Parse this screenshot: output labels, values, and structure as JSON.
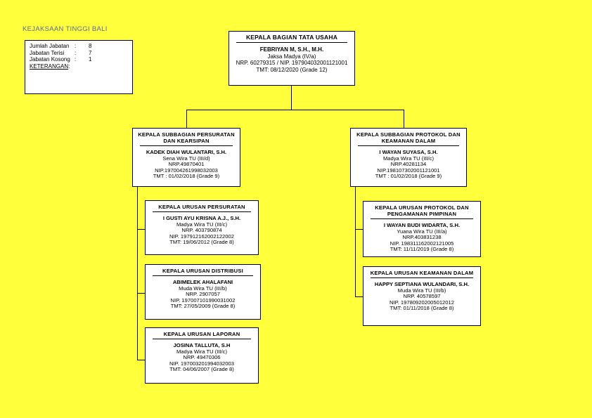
{
  "header": {
    "org_title": "KEJAKSAAN TINGGI BALI"
  },
  "stats": {
    "rows": [
      {
        "label": "Jumlah Jabatan",
        "sep": ":",
        "value": "8"
      },
      {
        "label": "Jabatan Terisi",
        "sep": ":",
        "value": "7"
      },
      {
        "label": "Jabatan Kosong",
        "sep": ":",
        "value": "1"
      }
    ],
    "keterangan_label": "KETERANGAN",
    "keterangan_suffix": ":"
  },
  "boxes": {
    "kabag": {
      "title": "KEPALA BAGIAN TATA USAHA",
      "name": "FEBRIYAN M, S.H., M.H.",
      "rank": "Jaksa Madya (IV/a)",
      "ids": "NRP. 60279315 / NIP. 197904032001121001",
      "tmt": "TMT: 08/12/2020    (Grade 12)"
    },
    "kasubag_persuratan": {
      "title": "KEPALA SUBBAGIAN PERSURATAN DAN KEARSIPAN",
      "name": "KADEK DIAH WULANTARI, S.H.",
      "rank": "Sena Wira TU (III/d)",
      "nrp": "NRP.49870401",
      "nip": "NIP.197004261998032003",
      "tmt": "TMT : 01/02/2018    (Grade 9)"
    },
    "kasubag_protokol": {
      "title": "KEPALA SUBBAGIAN PROTOKOL DAN KEAMANAN DALAM",
      "name": "I WAYAN SUYASA, S.H.",
      "rank": "Madya Wira TU (III/c)",
      "nrp": "NRP.40281134",
      "nip": "NIP.198107302001121001",
      "tmt": "TMT : 01/02/2018    (Grade 9)"
    },
    "kaur_persuratan": {
      "title": "KEPALA URUSAN PERSURATAN",
      "name": "I GUSTI AYU KRISNA A.J., S.H.",
      "rank": "Madya Wira TU (III/c)",
      "nrp": "NRP. 403790874",
      "nip": "NIP. 197912162002122002",
      "tmt": "TMT: 19/06/2012    (Grade 8)"
    },
    "kaur_distribusi": {
      "title": "KEPALA URUSAN DISTRIBUSI",
      "name": "ABIMELEK AHALAFANI",
      "rank": "Muda Wira TU (III/b)",
      "nrp": "NRP. 2907057",
      "nip": "NIP. 197007101990031002",
      "tmt": "TMT: 27/05/2009    (Grade 8)"
    },
    "kaur_laporan": {
      "title": "KEPALA URUSAN LAPORAN",
      "name": "JOSINA TALLUTA, S.H",
      "rank": "Madya Wira TU (III/c)",
      "nrp": "NRP. 49470306",
      "nip": "NIP. 197003201994032003",
      "tmt": "TMT: 04/06/2007    (Grade 8)"
    },
    "kaur_protokol": {
      "title": "KEPALA URUSAN PROTOKOL DAN PENGAMANAN PIMPINAN",
      "name": "I WAYAN BUDI WIDARTA, S.H.",
      "rank": "Yuana Wira TU (III/a)",
      "nrp": "NRP.403831238",
      "nip": "NIP. 198311162002121005",
      "tmt": "TMT: 11/11/2019    (Grade 8)"
    },
    "kaur_keamanan": {
      "title": "KEPALA URUSAN KEAMANAN DALAM",
      "name": "HAPPY SEPTIANA WULANDARI, S.H.",
      "rank": "Muda Wira TU (III/b)",
      "nrp": "NRP. 40578597",
      "nip": "NIP. 197809202005012012",
      "tmt": "TMT: 01/11/2018    (Grade 8)"
    }
  }
}
